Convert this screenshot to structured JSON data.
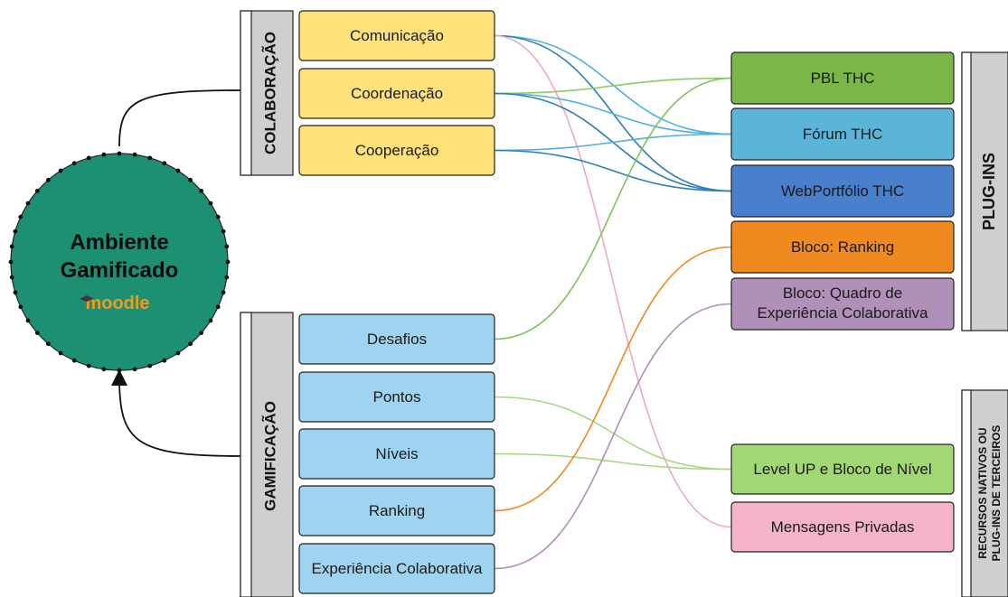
{
  "hub": {
    "title_line1": "Ambiente",
    "title_line2": "Gamificado",
    "logo_text": "moodle"
  },
  "group_labels": {
    "colaboracao": "COLABORAÇÃO",
    "gamificacao": "GAMIFICAÇÃO",
    "plugins": "PLUG-INS",
    "recursos_line1": "RECURSOS NATIVOS OU",
    "recursos_line2": "PLUG-INS DE TERCEIROS"
  },
  "colaboracao_items": [
    {
      "id": "comunicacao",
      "label": "Comunicação"
    },
    {
      "id": "coordenacao",
      "label": "Coordenação"
    },
    {
      "id": "cooperacao",
      "label": "Cooperação"
    }
  ],
  "gamificacao_items": [
    {
      "id": "desafios",
      "label": "Desafios"
    },
    {
      "id": "pontos",
      "label": "Pontos"
    },
    {
      "id": "niveis",
      "label": "Níveis"
    },
    {
      "id": "ranking",
      "label": "Ranking"
    },
    {
      "id": "experiencia",
      "label": "Experiência Colaborativa"
    }
  ],
  "plugin_items": [
    {
      "id": "pbl",
      "label": "PBL THC",
      "color": "#7ab648"
    },
    {
      "id": "forum",
      "label": "Fórum THC",
      "color": "#5bb5d8"
    },
    {
      "id": "webportfolio",
      "label": "WebPortfólio THC",
      "color": "#4a7fcc"
    },
    {
      "id": "bloco_ranking",
      "label": "Bloco: Ranking",
      "color": "#f0891f"
    },
    {
      "id": "bloco_quadro",
      "label_line1": "Bloco: Quadro de",
      "label_line2": "Experiência Colaborativa",
      "color": "#b08fb8"
    }
  ],
  "native_items": [
    {
      "id": "levelup",
      "label": "Level UP e Bloco de Nível",
      "color": "#a2d873"
    },
    {
      "id": "mensagens",
      "label": "Mensagens Privadas",
      "color": "#f4b3c8"
    }
  ],
  "colors": {
    "hub": "#1d8f73",
    "colaboracao_box": "#ffe27a",
    "gamificacao_box": "#9ed4f0",
    "label_bar": "#cfcfcf"
  },
  "connections": [
    {
      "from": "comunicacao",
      "to": "forum",
      "color": "#4fb0dc"
    },
    {
      "from": "comunicacao",
      "to": "webportfolio",
      "color": "#2c7fb8"
    },
    {
      "from": "comunicacao",
      "to": "mensagens",
      "color": "#f0a8c0"
    },
    {
      "from": "coordenacao",
      "to": "pbl",
      "color": "#8fc85f"
    },
    {
      "from": "coordenacao",
      "to": "forum",
      "color": "#4fb0dc"
    },
    {
      "from": "coordenacao",
      "to": "webportfolio",
      "color": "#2c7fb8"
    },
    {
      "from": "cooperacao",
      "to": "forum",
      "color": "#4fb0dc"
    },
    {
      "from": "cooperacao",
      "to": "webportfolio",
      "color": "#2c7fb8"
    },
    {
      "from": "desafios",
      "to": "pbl",
      "color": "#7cc35a"
    },
    {
      "from": "pontos",
      "to": "levelup",
      "color": "#a6d87e"
    },
    {
      "from": "niveis",
      "to": "levelup",
      "color": "#a6d87e"
    },
    {
      "from": "ranking",
      "to": "bloco_ranking",
      "color": "#f0891f"
    },
    {
      "from": "experiencia",
      "to": "bloco_quadro",
      "color": "#b08fb8"
    }
  ]
}
